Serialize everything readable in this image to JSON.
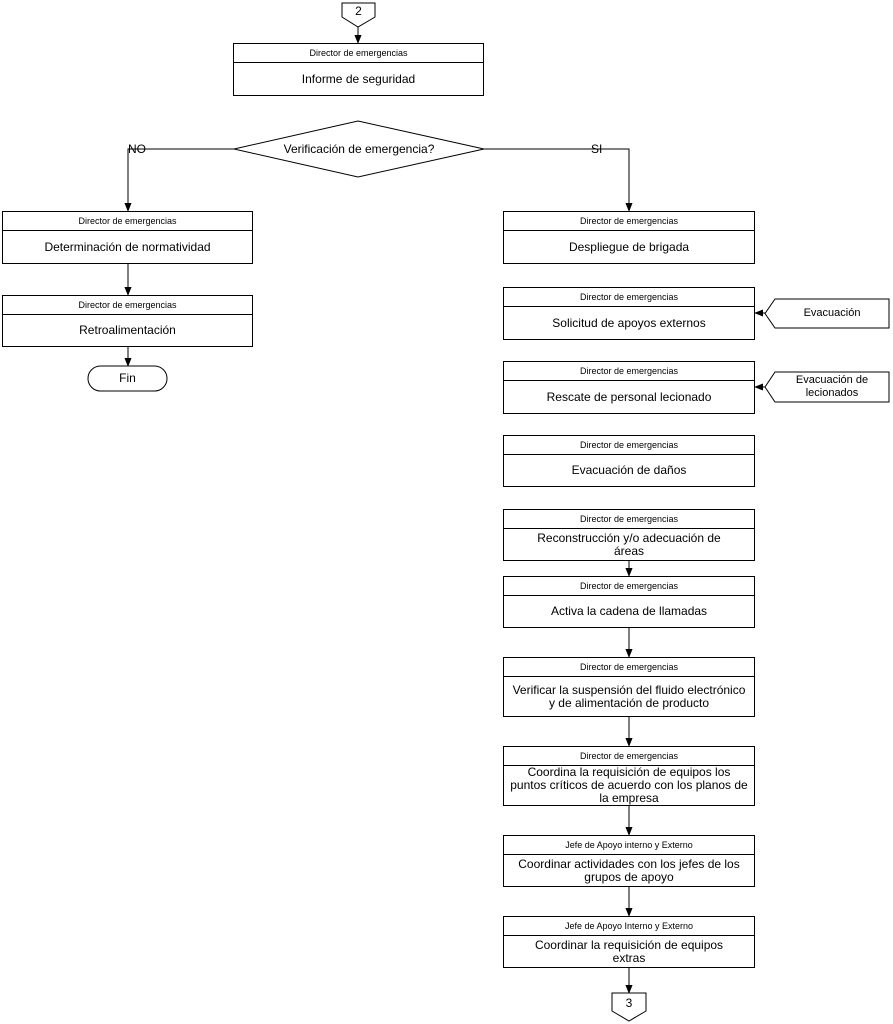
{
  "connector_in": "2",
  "connector_out": "3",
  "top_box": {
    "role": "Director de emergencias",
    "task": "Informe de seguridad"
  },
  "decision": {
    "question": "Verificación de emergencia?",
    "no_label": "NO",
    "yes_label": "SI"
  },
  "no_branch": [
    {
      "role": "Director de emergencias",
      "task": "Determinación de normatividad"
    },
    {
      "role": "Director de emergencias",
      "task": "Retroalimentación"
    }
  ],
  "terminator": "Fin",
  "yes_branch": [
    {
      "role": "Director de emergencias",
      "task": "Despliegue de brigada"
    },
    {
      "role": "Director de emergencias",
      "task": "Solicitud de apoyos externos"
    },
    {
      "role": "Director de emergencias",
      "task": "Rescate de personal lecionado"
    },
    {
      "role": "Director de emergencias",
      "task": "Evacuación de daños"
    },
    {
      "role": "Director de emergencias",
      "task": "Reconstrucción y/o adecuación de áreas"
    },
    {
      "role": "Director de emergencias",
      "task": "Activa la cadena de llamadas"
    },
    {
      "role": "Director de emergencias",
      "task": "Verificar la suspensión del fluido electrónico y de alimentación de producto"
    },
    {
      "role": "Director de emergencias",
      "task": "Coordina la requisición de equipos los puntos críticos de acuerdo con los planos de la empresa"
    },
    {
      "role": "Jefe de Apoyo interno y Externo",
      "task": "Coordinar actividades con los jefes de los grupos de apoyo"
    },
    {
      "role": "Jefe de Apoyo Interno y Externo",
      "task": "Coordinar la requisición de equipos extras"
    }
  ],
  "side_inputs": [
    {
      "label": "Evacuación"
    },
    {
      "label": "Evacuación de lecionados"
    }
  ]
}
